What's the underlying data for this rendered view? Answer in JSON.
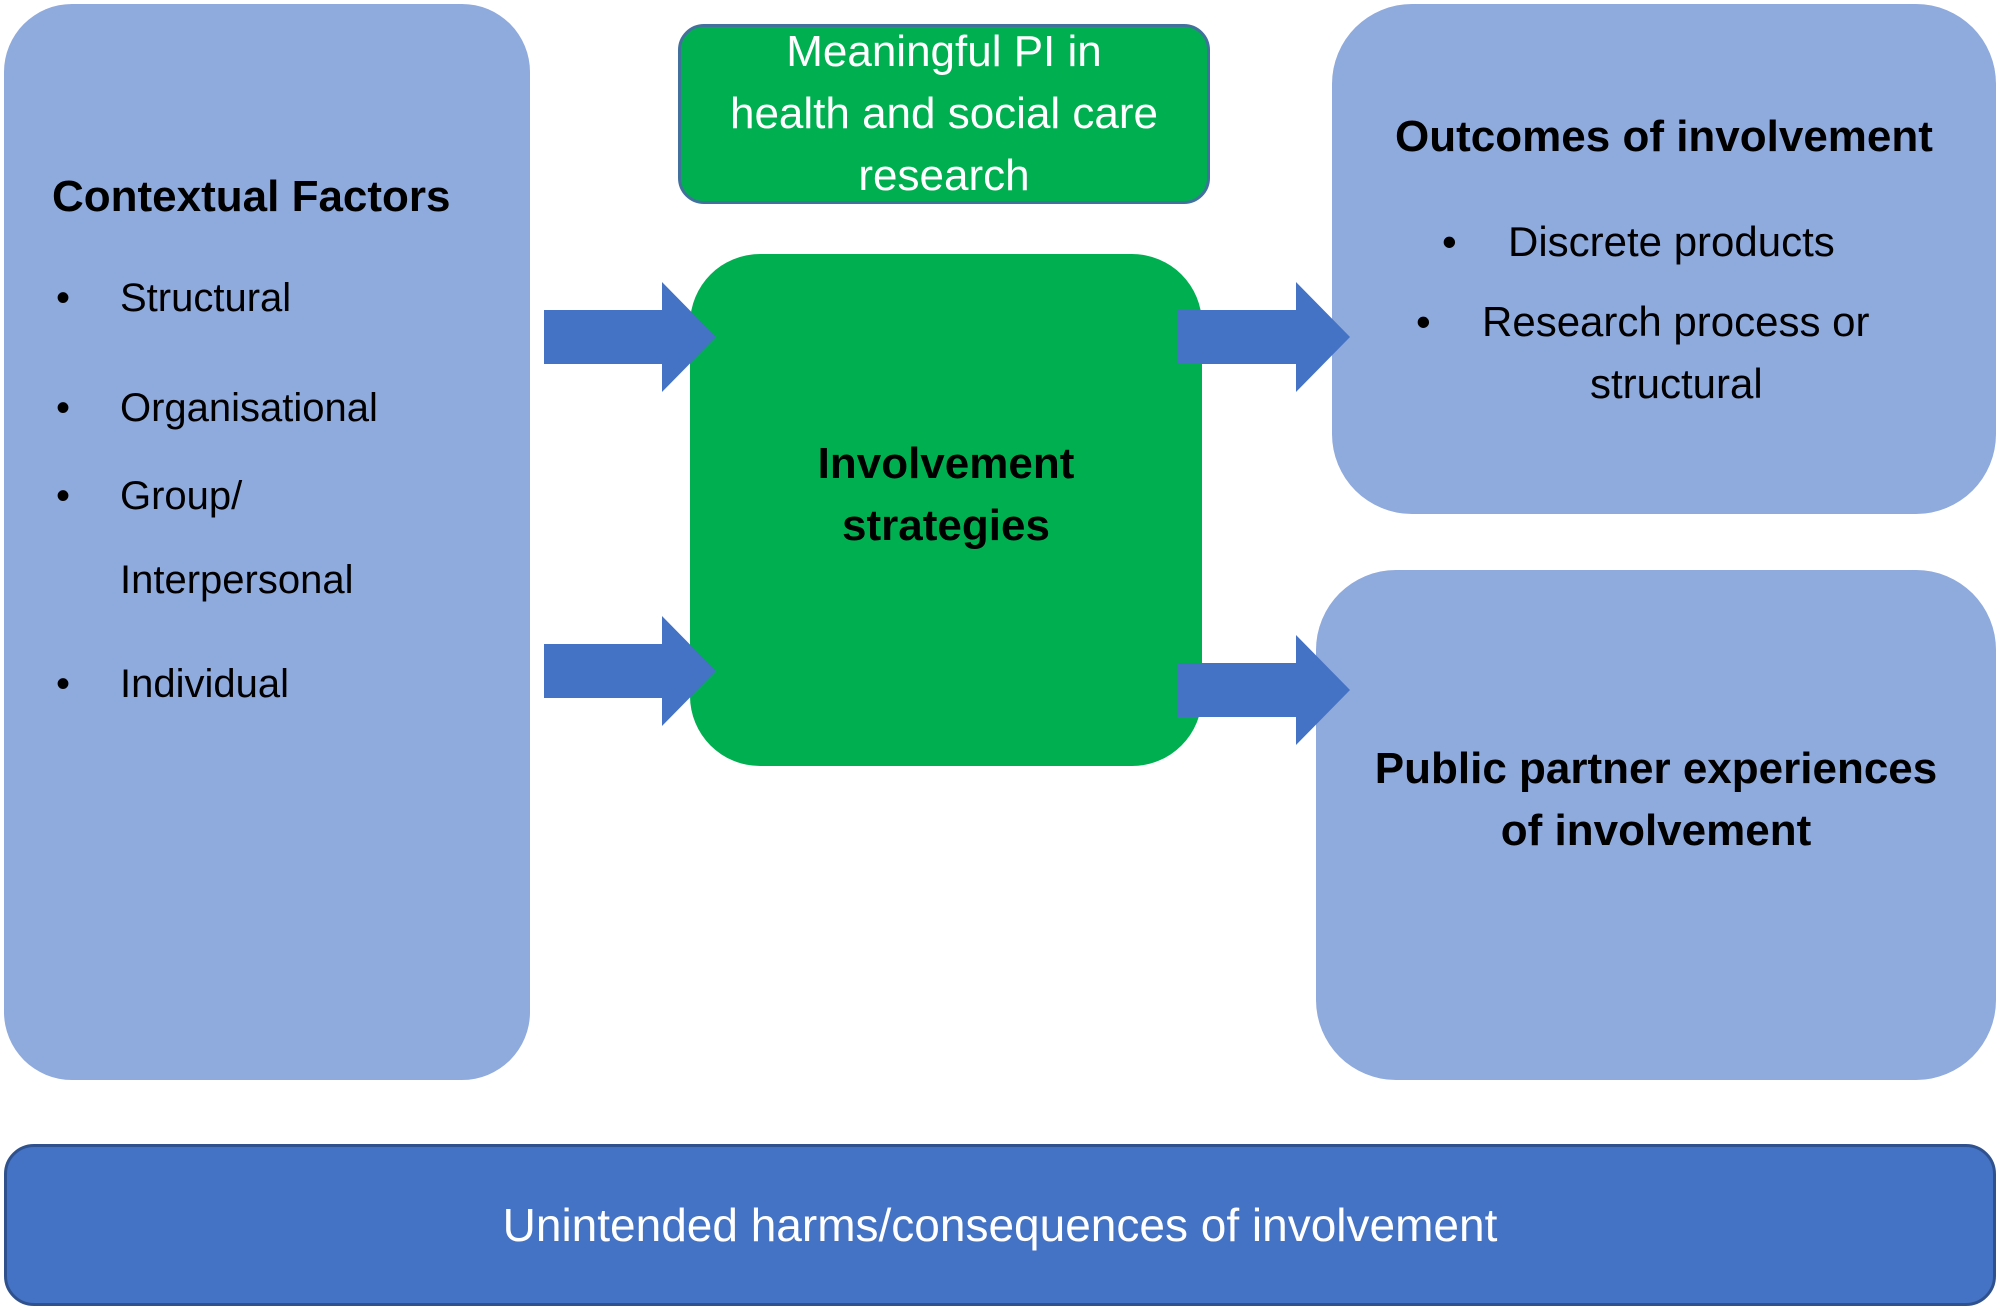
{
  "contextual": {
    "title": "Contextual Factors",
    "bullet": "•",
    "items": [
      "Structural",
      "Organisational",
      "Group/",
      "Interpersonal",
      "Individual"
    ]
  },
  "pi_box": {
    "lines": [
      "Meaningful PI in",
      "health and social care",
      "research"
    ]
  },
  "strategies": {
    "lines": [
      "Involvement",
      "strategies"
    ]
  },
  "outcomes": {
    "title": "Outcomes of involvement",
    "bullet": "•",
    "items": [
      "Discrete products",
      "Research process or",
      "structural"
    ]
  },
  "experiences": {
    "lines": [
      "Public partner experiences",
      "of involvement"
    ]
  },
  "harms": {
    "label": "Unintended harms/consequences of involvement"
  },
  "colors": {
    "light_box": "#8faadc",
    "green_box": "#00b050",
    "arrow": "#4472c4",
    "bottom_bar": "#4472c4"
  }
}
